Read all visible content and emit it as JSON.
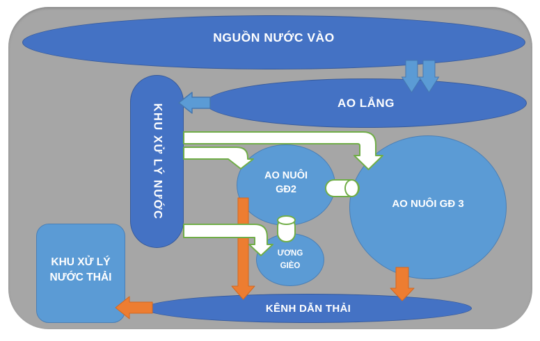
{
  "diagram": {
    "description_domain": "shrimp-farm water flow diagram",
    "nodes": {
      "source": {
        "label": "NGUỒN NƯỚC VÀO"
      },
      "settling": {
        "label": "AO LẮNG"
      },
      "treatment": {
        "label": "KHU XỬ LÝ NƯỚC"
      },
      "stage2": {
        "line1": "AO NUÔI",
        "line2": "GĐ2"
      },
      "stage3": {
        "label": "AO NUÔI GĐ 3"
      },
      "nursery": {
        "line1": "ƯƠNG",
        "line2": "GIÈO"
      },
      "wastewater": {
        "line1": "KHU XỬ LÝ",
        "line2": "NƯỚC THẢI"
      },
      "canal": {
        "label": "KÊNH DẪN THẢI"
      }
    },
    "colors": {
      "dark_blue": "#4472c4",
      "light_blue": "#5b9bd5",
      "orange": "#ed7d31",
      "green_outline": "#70ad47",
      "background_gray": "#a6a6a6",
      "text": "#ffffff"
    }
  }
}
